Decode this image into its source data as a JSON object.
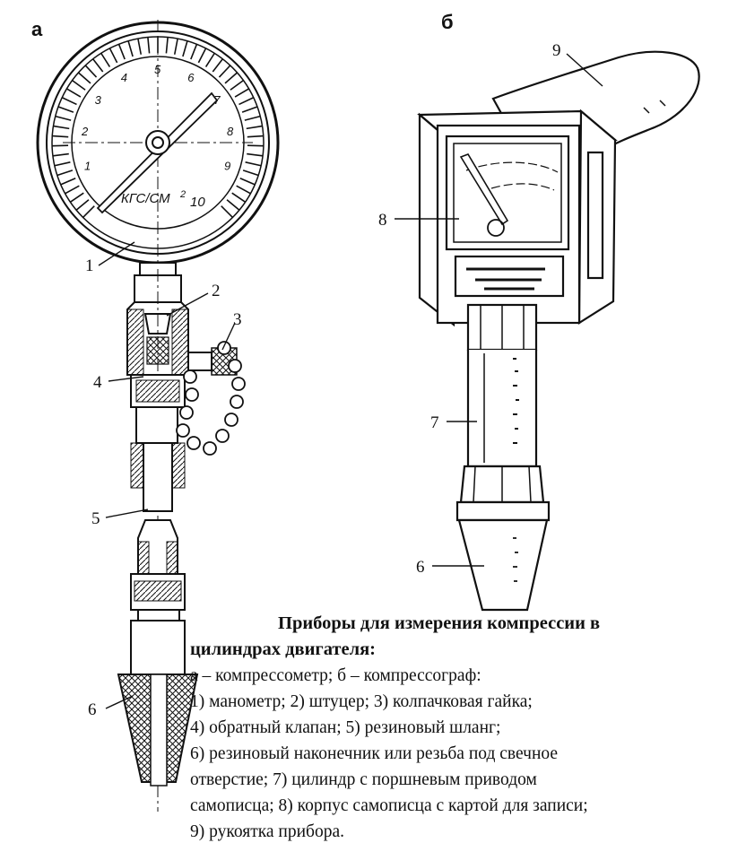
{
  "panels": {
    "a": "а",
    "b": "б"
  },
  "gauge": {
    "scale": [
      "1",
      "2",
      "3",
      "4",
      "5",
      "6",
      "7",
      "8",
      "9"
    ],
    "unit_left": "КГС/СМ",
    "unit_sup": "2",
    "unit_max": "10"
  },
  "callouts": [
    "1",
    "2",
    "3",
    "4",
    "5",
    "6",
    "7",
    "8",
    "9",
    "6"
  ],
  "caption": {
    "title_line1": "Приборы для измерения компрессии в",
    "title_line2": "цилиндрах двигателя:",
    "lines": [
      "а – компрессометр; б – компрессограф:",
      "1) манометр;    2) штуцер; 3) колпачковая гайка;",
      "4) обратный клапан; 5) резиновый шланг;",
      "6) резиновый наконечник или резьба под свечное",
      "отверстие; 7) цилиндр с поршневым приводом",
      "самописца; 8) корпус самописца с картой для записи;",
      "9) рукоятка прибора."
    ]
  }
}
